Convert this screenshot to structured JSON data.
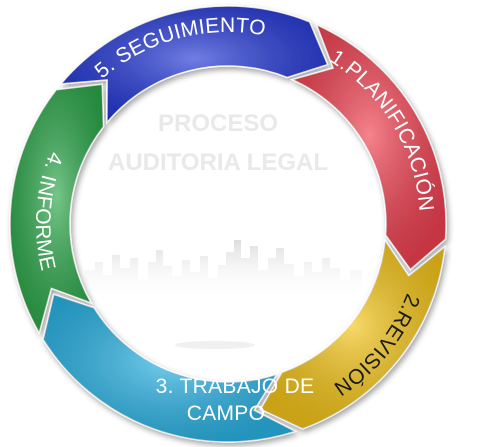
{
  "diagram": {
    "center_title_line1": "PROCESO",
    "center_title_line2": "AUDITORIA LEGAL",
    "segments": [
      {
        "label": "1.PLANIFICACIÓN",
        "color": "#f04050",
        "text_color": "#ffffff"
      },
      {
        "label": "2.REVISIÓN",
        "color": "#f5c517",
        "text_color": "#1a1a1a"
      },
      {
        "label_line1": "3. TRABAJO DE",
        "label_line2": "CAMPO",
        "color": "#2bb4e6",
        "text_color": "#ffffff"
      },
      {
        "label": "4. INFORME",
        "color": "#2ca84a",
        "text_color": "#ffffff"
      },
      {
        "label": "5. SEGUIMIENTO",
        "color": "#2438d6",
        "text_color": "#ffffff"
      }
    ]
  }
}
